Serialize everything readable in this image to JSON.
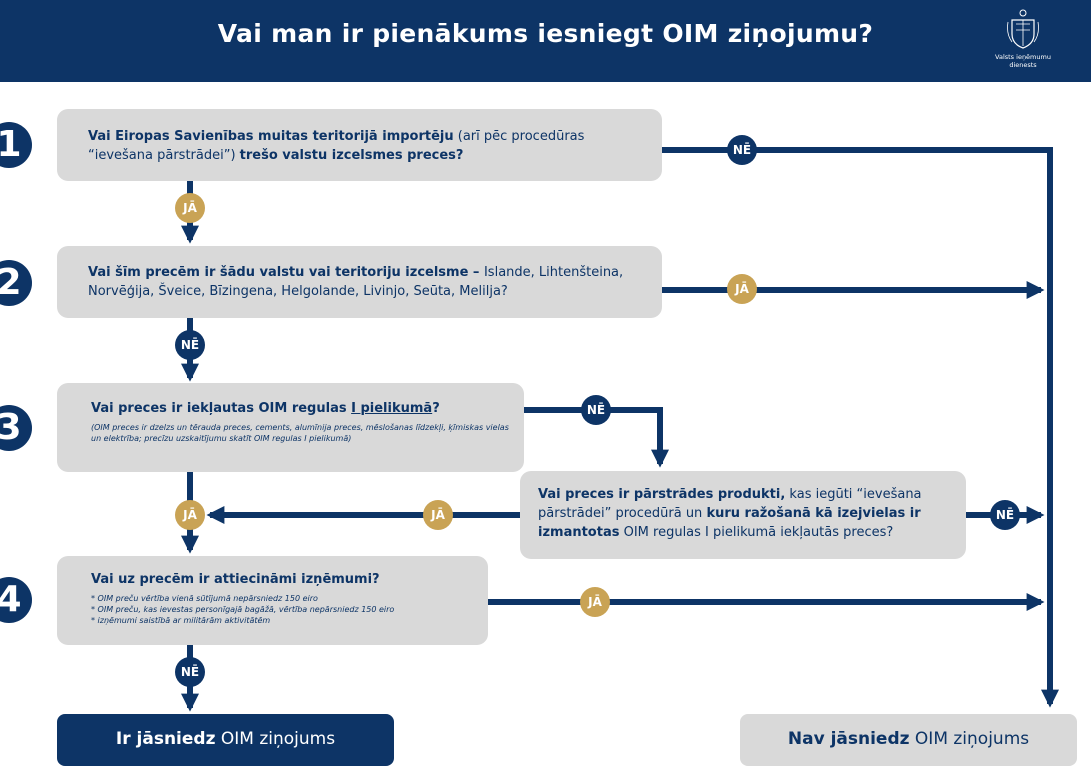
{
  "header": {
    "title": "Vai man ir pienākums iesniegt OIM ziņojumu?",
    "logo_text": "Valsts ieņēmumu dienests"
  },
  "steps": [
    {
      "number": "1",
      "question": [
        {
          "text": "Vai Eiropas Savienības muitas teritorijā importēju",
          "bold": true
        },
        {
          "text": " (arī pēc procedūras “ievešana pārstrādei”) ",
          "bold": false
        },
        {
          "text": "trešo valstu izcelsmes preces?",
          "bold": true
        }
      ]
    },
    {
      "number": "2",
      "question": [
        {
          "text": "Vai šīm precēm ir šādu valstu vai teritoriju izcelsme – ",
          "bold": true
        },
        {
          "text": "Islande, Lihtenšteina, Norvēģija, Šveice, Bīzingena, Helgolande, Livinjo, Seūta, Melilja?",
          "bold": false
        }
      ]
    },
    {
      "number": "3",
      "question": [
        {
          "text": "Vai preces ir iekļautas OIM regulas ",
          "bold": true
        },
        {
          "text": "I pielikumā",
          "bold": true,
          "underline": true
        },
        {
          "text": "?",
          "bold": true
        }
      ],
      "note": "(OIM preces ir dzelzs  un tērauda preces, cements, alumīnija preces, mēslošanas līdzekļi, ķīmiskas vielas un elektrība; precīzu uzskaitījumu skatīt OIM regulas I pielikumā)"
    },
    {
      "number": "",
      "question": [
        {
          "text": "Vai preces ir pārstrādes produkti,",
          "bold": true
        },
        {
          "text": " kas iegūti “ievešana pārstrādei” procedūrā un ",
          "bold": false
        },
        {
          "text": "kuru ražošanā kā izejvielas ir izmantotas",
          "bold": true
        },
        {
          "text": " OIM regulas I pielikumā iekļautās preces?",
          "bold": false
        }
      ]
    },
    {
      "number": "4",
      "question": [
        {
          "text": "Vai uz precēm ir attiecināmi izņēmumi?",
          "bold": true
        }
      ],
      "note_lines": [
        "* OIM preču vērtība vienā sūtījumā nepārsniedz 150 eiro",
        "* OIM preču, kas ievestas personīgajā bagāžā, vērtība nepārsniedz 150 eiro",
        "* izņēmumi saistībā ar militārām aktivitātēm"
      ]
    }
  ],
  "badges": {
    "yes": "JĀ",
    "no": "NĒ"
  },
  "results": {
    "required": {
      "bold": "Ir jāsniedz",
      "rest": " OIM ziņojums"
    },
    "not_required": {
      "bold": "Nav jāsniedz",
      "rest": " OIM ziņojums"
    }
  },
  "colors": {
    "navy": "#0d3466",
    "gold": "#c9a355",
    "box": "#d9d9d9"
  }
}
